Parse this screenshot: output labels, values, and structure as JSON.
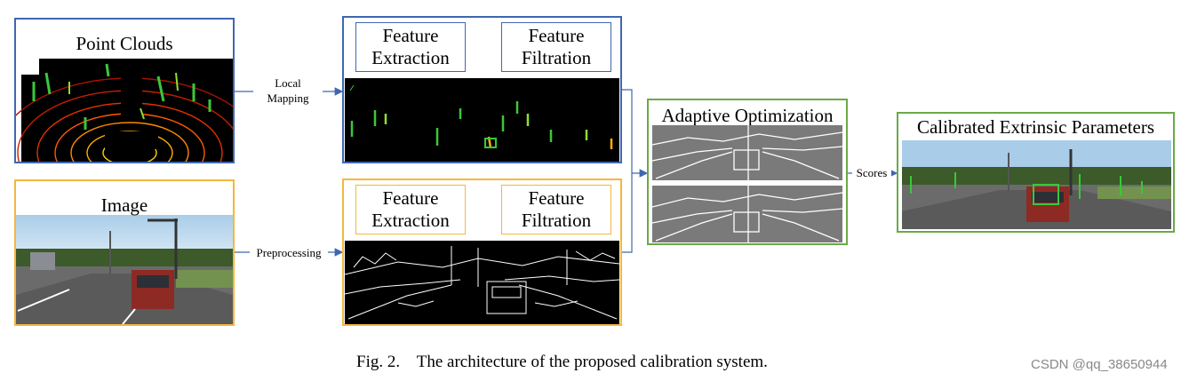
{
  "panels": {
    "point_clouds": {
      "title": "Point Clouds"
    },
    "image": {
      "title": "Image"
    },
    "top_module": {
      "extract": "Feature\nExtraction",
      "filter": "Feature\nFiltration"
    },
    "bottom_module": {
      "extract": "Feature\nExtraction",
      "filter": "Feature\nFiltration"
    },
    "adaptive": {
      "title": "Adaptive Optimization"
    },
    "calibrated": {
      "title": "Calibrated Extrinsic Parameters"
    }
  },
  "edges": {
    "local_mapping": "Local\nMapping",
    "preprocessing": "Preprocessing",
    "scores": "Scores"
  },
  "caption": "Fig. 2.    The architecture of the proposed calibration system.",
  "watermark": "CSDN @qq_38650944",
  "colors": {
    "lidar_border": "#3f67b1",
    "camera_border": "#f5b73b",
    "result_border": "#6aaa46",
    "arrow": "#3f67b1"
  }
}
